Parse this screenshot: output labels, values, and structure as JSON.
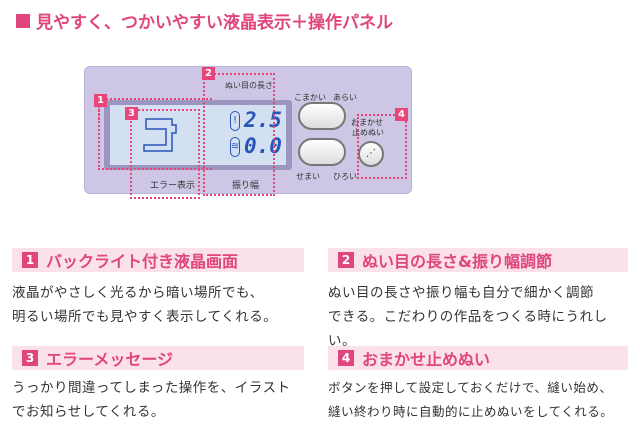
{
  "title": "見やすく、つかいやすい液晶表示＋操作パネル",
  "panel": {
    "stitch_length_label": "ぬい目の長さ",
    "fine_label": "こまかい",
    "coarse_label": "あらい",
    "narrow_label": "せまい",
    "wide_label": "ひろい",
    "width_label": "振り幅",
    "error_label": "エラー表示",
    "auto_label_1": "おまかせ",
    "auto_label_2": "止めぬい",
    "length_value": "2.5",
    "width_value": "0.0",
    "markers": [
      "1",
      "2",
      "3",
      "4"
    ]
  },
  "sections": [
    {
      "num": "1",
      "title": "バックライト付き液晶画面",
      "lines": [
        "液晶がやさしく光るから暗い場所でも、",
        "明るい場所でも見やすく表示してくれる。"
      ]
    },
    {
      "num": "2",
      "title": "ぬい目の長さ&振り幅調節",
      "lines": [
        "ぬい目の長さや振り幅も自分で細かく調節",
        "できる。こだわりの作品をつくる時にうれしい。"
      ]
    },
    {
      "num": "3",
      "title": "エラーメッセージ",
      "lines": [
        "うっかり間違ってしまった操作を、イラスト",
        "でお知らせしてくれる。"
      ]
    },
    {
      "num": "4",
      "title": "おまかせ止めぬい",
      "lines": [
        "ボタンを押して設定しておくだけで、縫い始め、",
        "縫い終わり時に自動的に止めぬいをしてくれる。"
      ]
    }
  ],
  "colors": {
    "accent": "#e0457d",
    "header_bg": "#fbe1ea",
    "panel": "#cdc6e4",
    "lcd": "#d3e0f1"
  }
}
